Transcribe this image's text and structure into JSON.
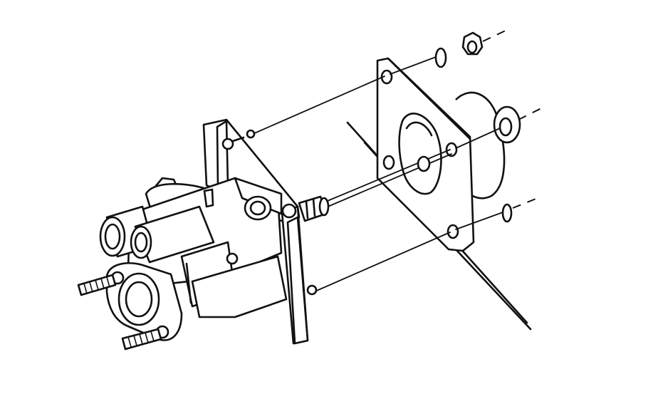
{
  "diagram": {
    "style": "black line art on white background",
    "stroke_color": "#111111",
    "background_color": "#ffffff",
    "parts": [
      {
        "id": "cylinder-body",
        "icon": "hydraulic-cylinder-icon"
      },
      {
        "id": "mounting-bracket",
        "icon": "bracket-icon"
      },
      {
        "id": "firewall-plate",
        "icon": "plate-icon"
      },
      {
        "id": "gasket",
        "icon": "gasket-icon"
      },
      {
        "id": "push-rod",
        "icon": "rod-icon"
      },
      {
        "id": "washers",
        "icon": "washer-icon"
      },
      {
        "id": "nut",
        "icon": "nut-icon"
      },
      {
        "id": "studs",
        "icon": "stud-icon"
      }
    ]
  }
}
